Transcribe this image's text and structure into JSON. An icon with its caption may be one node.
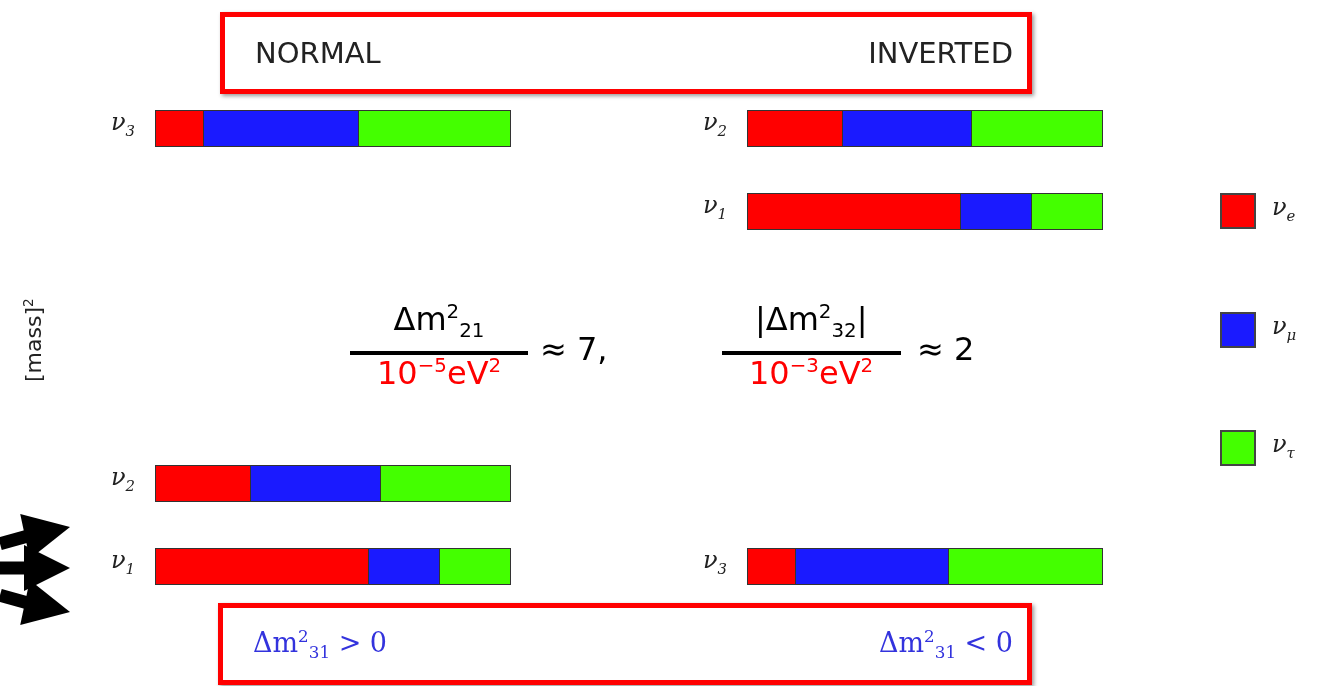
{
  "diagram": {
    "nodes": [
      {
        "text": [
          "NORMAL",
          "INVERTED"
        ]
      },
      {
        "text": [],
        "shape": "bar",
        "beside": [
          "ν$_{3}$"
        ]
      },
      {
        "text": [],
        "shape": "bar",
        "beside": [
          "ν$_{2}$"
        ]
      },
      {
        "text": [],
        "shape": "bar",
        "beside": [
          "ν$_{1}$"
        ]
      },
      {
        "text": [],
        "shape": "bar",
        "beside": [
          "ν$_{2}$"
        ]
      },
      {
        "text": [],
        "shape": "bar",
        "beside": [
          "ν$_{1}$"
        ]
      },
      {
        "text": [],
        "shape": "bar",
        "beside": [
          "ν$_{3}$"
        ]
      },
      {
        "text": [
          "Δm$^{2}$$_{31}$ > 0",
          "Δm$^{2}$$_{31}$ < 0"
        ]
      }
    ],
    "labels": [
      "[mass]$^{2}$",
      "Δm$^{2}$$_{21}$",
      "10$^{−5}$eV$^{2}$",
      "≈ 7,",
      "|Δm$^{2}$$_{32}$|",
      "10$^{−3}$eV$^{2}$",
      "≈ 2"
    ],
    "legend": [
      {
        "text": "ν$_{e}$",
        "color": "#ff0000"
      },
      {
        "text": "ν$_{μ}$",
        "color": "#1a1aff"
      },
      {
        "text": "ν$_{τ}$",
        "color": "#44ff00"
      }
    ]
  }
}
